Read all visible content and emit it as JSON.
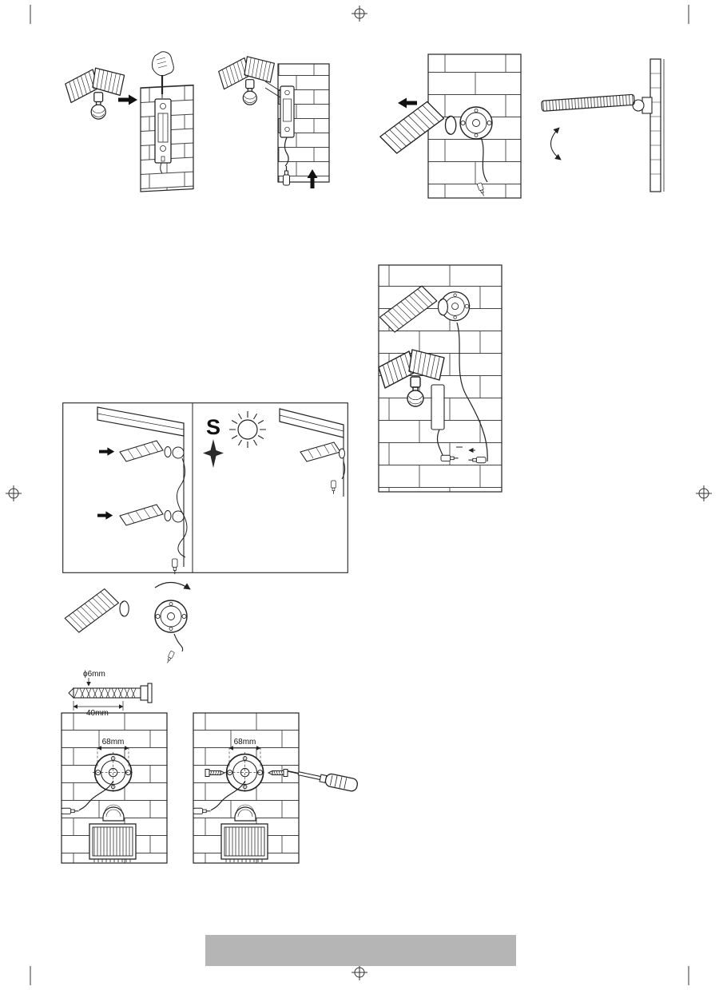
{
  "document": {
    "background": "#ffffff",
    "ink": "#222222",
    "footer_bar_color": "#b5b5b5"
  },
  "labels": {
    "compass_south": "S",
    "drill_diameter": "ϕ6mm",
    "anchor_length": "40mm",
    "hole_spacing": "68mm"
  }
}
